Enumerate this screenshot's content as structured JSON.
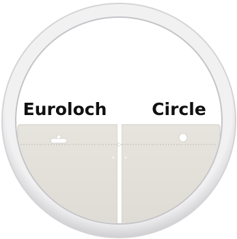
{
  "labels": {
    "left": "Euroloch",
    "right": "Circle"
  },
  "colors": {
    "ring_outer": "#d9d9db",
    "ring_inner": "#bdbdc0",
    "background": "#ffffff",
    "bag": "#e4e2dc",
    "bag_edge": "#cfccc4",
    "text": "#111111"
  },
  "items": [
    {
      "name": "euroloch-bag",
      "hang_hole": "euroloch-slot"
    },
    {
      "name": "circle-bag",
      "hang_hole": "round-hole"
    }
  ]
}
